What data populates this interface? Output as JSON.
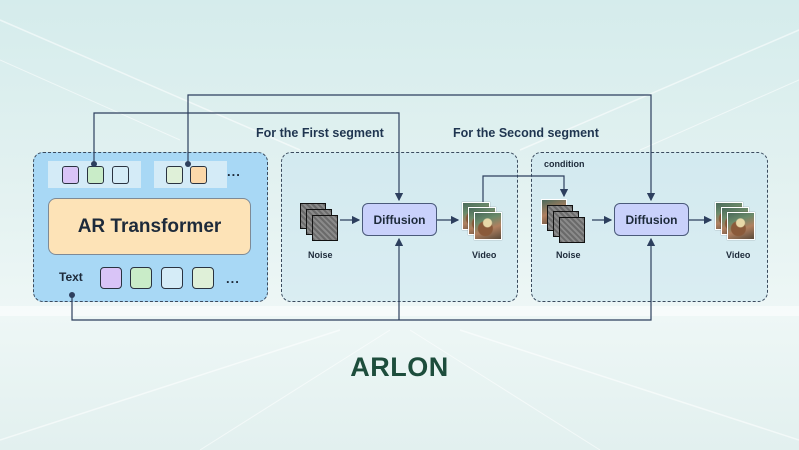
{
  "diagram": {
    "title": "ARLON",
    "ar_panel": {
      "transformer_label": "AR Transformer",
      "text_label": "Text",
      "ellipsis_top": "...",
      "ellipsis_bottom": "...",
      "token_colors": [
        "#d9c4f7",
        "#c9ecc8",
        "#d5ecf7",
        "#fbd8aa",
        "#dff0d8"
      ]
    },
    "segment1": {
      "title": "For the First segment",
      "noise_label": "Noise",
      "diffusion_label": "Diffusion",
      "video_label": "Video"
    },
    "segment2": {
      "title": "For the Second segment",
      "condition_label": "condition",
      "noise_label": "Noise",
      "diffusion_label": "Diffusion",
      "video_label": "Video"
    },
    "colors": {
      "ar_panel_bg": "#a8d8f5",
      "transformer_fill": "#fde3b7",
      "diffusion_fill": "#c9d1fb",
      "title_color": "#1d4d3c",
      "line_color": "#2d3f5e"
    }
  }
}
